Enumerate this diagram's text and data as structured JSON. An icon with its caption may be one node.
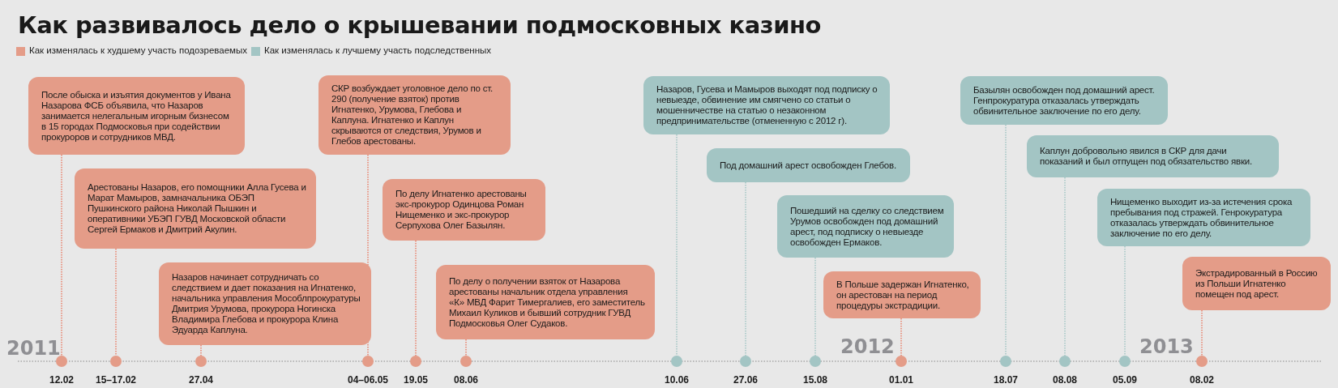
{
  "diagram": {
    "title": "Как развивалось дело о крышевании подмосковных казино",
    "nodes": [
      {
        "text": [
          "После обыска и изъятия документов у Ивана Назарова ФСБ объявила, что Назаров занимается нелегальным игорным бизнесом в 15 городах Подмосковья при содействии прокуроров и сотрудников МВД."
        ]
      },
      {
        "text": [
          "Арестованы Назаров, его помощники Алла Гусева и Марат Мамыров, замначальника ОБЭП Пушкинского района Николай Пышкин и оперативники УБЭП ГУВД Московской области Сергей Ермаков и Дмитрий Акулин."
        ]
      },
      {
        "text": [
          "Назаров начинает сотрудничать со следствием и дает показания на Игнатенко,  начальника управления Мособлпрокуратуры Дмитрия Урумова, прокурора Ногинска Владимира Глебова и прокурора Клина Эдуарда Каплуна."
        ]
      },
      {
        "text": [
          "СКР возбуждает уголовное дело по ст. 290 (получение взяток) против Игнатенко, Урумова, Глебова и Каплуна. Игнатенко и Каплун скрываются от следствия, Урумов и Глебов арестованы."
        ]
      },
      {
        "text": [
          "По делу Игнатенко арестованы экс-прокурор Одинцова Роман Нищеменко и экс-прокурор Серпухова Олег Базылян."
        ]
      },
      {
        "text": [
          "По делу о получении взяток от Назарова арестованы начальник отдела управления «К» МВД Фарит Тимергалиев, его заместитель Михаил Куликов и бывший сотрудник ГУВД Подмосковья Олег Судаков."
        ]
      },
      {
        "text": [
          "Назаров, Гусева и Мамыров выходят под подписку о невыезде, обвинение им смягчено со статьи о мошенничестве на статью о незаконном предпринимательстве (отмененную с 2012 г)."
        ]
      },
      {
        "text": [
          "Под домашний арест освобожден Глебов."
        ]
      },
      {
        "text": [
          "Пошедший на сделку со следствием Урумов освобожден под домашний арест, под подписку о невыезде освобожден Ермаков."
        ]
      },
      {
        "text": [
          "В Польше задержан Игнатенко, он арестован на период процедуры экстрадиции."
        ]
      },
      {
        "text": [
          "Базылян освобожден под домашний арест. Генпрокуратура отказалась утверждать обвинительное заключение по его делу."
        ]
      },
      {
        "text": [
          "Каплун добровольно явился в СКР для дачи показаний и был отпущен под обязательство явки."
        ]
      },
      {
        "text": [
          "Нищеменко выходит из-за истечения срока пребывания под стражей. Генрокуратура отказалась утверждать обвинительное заключение по его делу."
        ]
      },
      {
        "text": [
          "Экстрадированный в Россию из Польши Игнатенко помещен под арест."
        ]
      },
      {
        "text": [],
        "shape": "circle",
        "beside": [
          "12.02"
        ]
      },
      {
        "text": [],
        "shape": "circle",
        "beside": [
          "15–17.02"
        ]
      },
      {
        "text": [],
        "shape": "circle",
        "beside": [
          "27.04"
        ]
      },
      {
        "text": [],
        "shape": "circle",
        "beside": [
          "04–06.05"
        ]
      },
      {
        "text": [],
        "shape": "circle",
        "beside": [
          "19.05"
        ]
      },
      {
        "text": [],
        "shape": "circle",
        "beside": [
          "08.06"
        ]
      },
      {
        "text": [],
        "shape": "circle",
        "beside": [
          "10.06"
        ]
      },
      {
        "text": [],
        "shape": "circle",
        "beside": [
          "27.06"
        ]
      },
      {
        "text": [],
        "shape": "circle",
        "beside": [
          "15.08"
        ]
      },
      {
        "text": [],
        "shape": "circle",
        "beside": [
          "01.01"
        ]
      },
      {
        "text": [],
        "shape": "circle",
        "beside": [
          "18.07"
        ]
      },
      {
        "text": [],
        "shape": "circle",
        "beside": [
          "08.08"
        ]
      },
      {
        "text": [],
        "shape": "circle",
        "beside": [
          "05.09"
        ]
      },
      {
        "text": [],
        "shape": "circle",
        "beside": [
          "08.02"
        ]
      }
    ],
    "edges": [
      {
        "from": 0,
        "to": 14,
        "arrow": "none"
      },
      {
        "from": 1,
        "to": 15,
        "arrow": "none"
      },
      {
        "from": 2,
        "to": 16,
        "arrow": "none"
      },
      {
        "from": 3,
        "to": 17,
        "arrow": "none"
      },
      {
        "from": 4,
        "to": 18,
        "arrow": "none"
      },
      {
        "from": 5,
        "to": 19,
        "arrow": "none"
      },
      {
        "from": 6,
        "to": 20,
        "arrow": "none",
        "color": "#a3c5c4"
      },
      {
        "from": 7,
        "to": 21,
        "arrow": "none",
        "color": "#a3c5c4"
      },
      {
        "from": 8,
        "to": 22,
        "arrow": "none",
        "color": "#a3c5c4"
      },
      {
        "from": 9,
        "to": 23,
        "arrow": "none"
      },
      {
        "from": 10,
        "to": 24,
        "arrow": "none",
        "color": "#a3c5c4"
      },
      {
        "from": 11,
        "to": 25,
        "arrow": "none",
        "color": "#a3c5c4"
      },
      {
        "from": 12,
        "to": 26,
        "arrow": "none",
        "color": "#a3c5c4"
      },
      {
        "from": 13,
        "to": 27,
        "arrow": "none"
      }
    ],
    "labels": [
      "2011",
      "2012",
      "2013"
    ],
    "legend": [
      {
        "text": "Как изменялась к худшему участь подозреваемых",
        "color": "#e49c88"
      },
      {
        "text": "Как изменялась к лучшему участь подследственных",
        "color": "#a3c5c4"
      }
    ]
  }
}
